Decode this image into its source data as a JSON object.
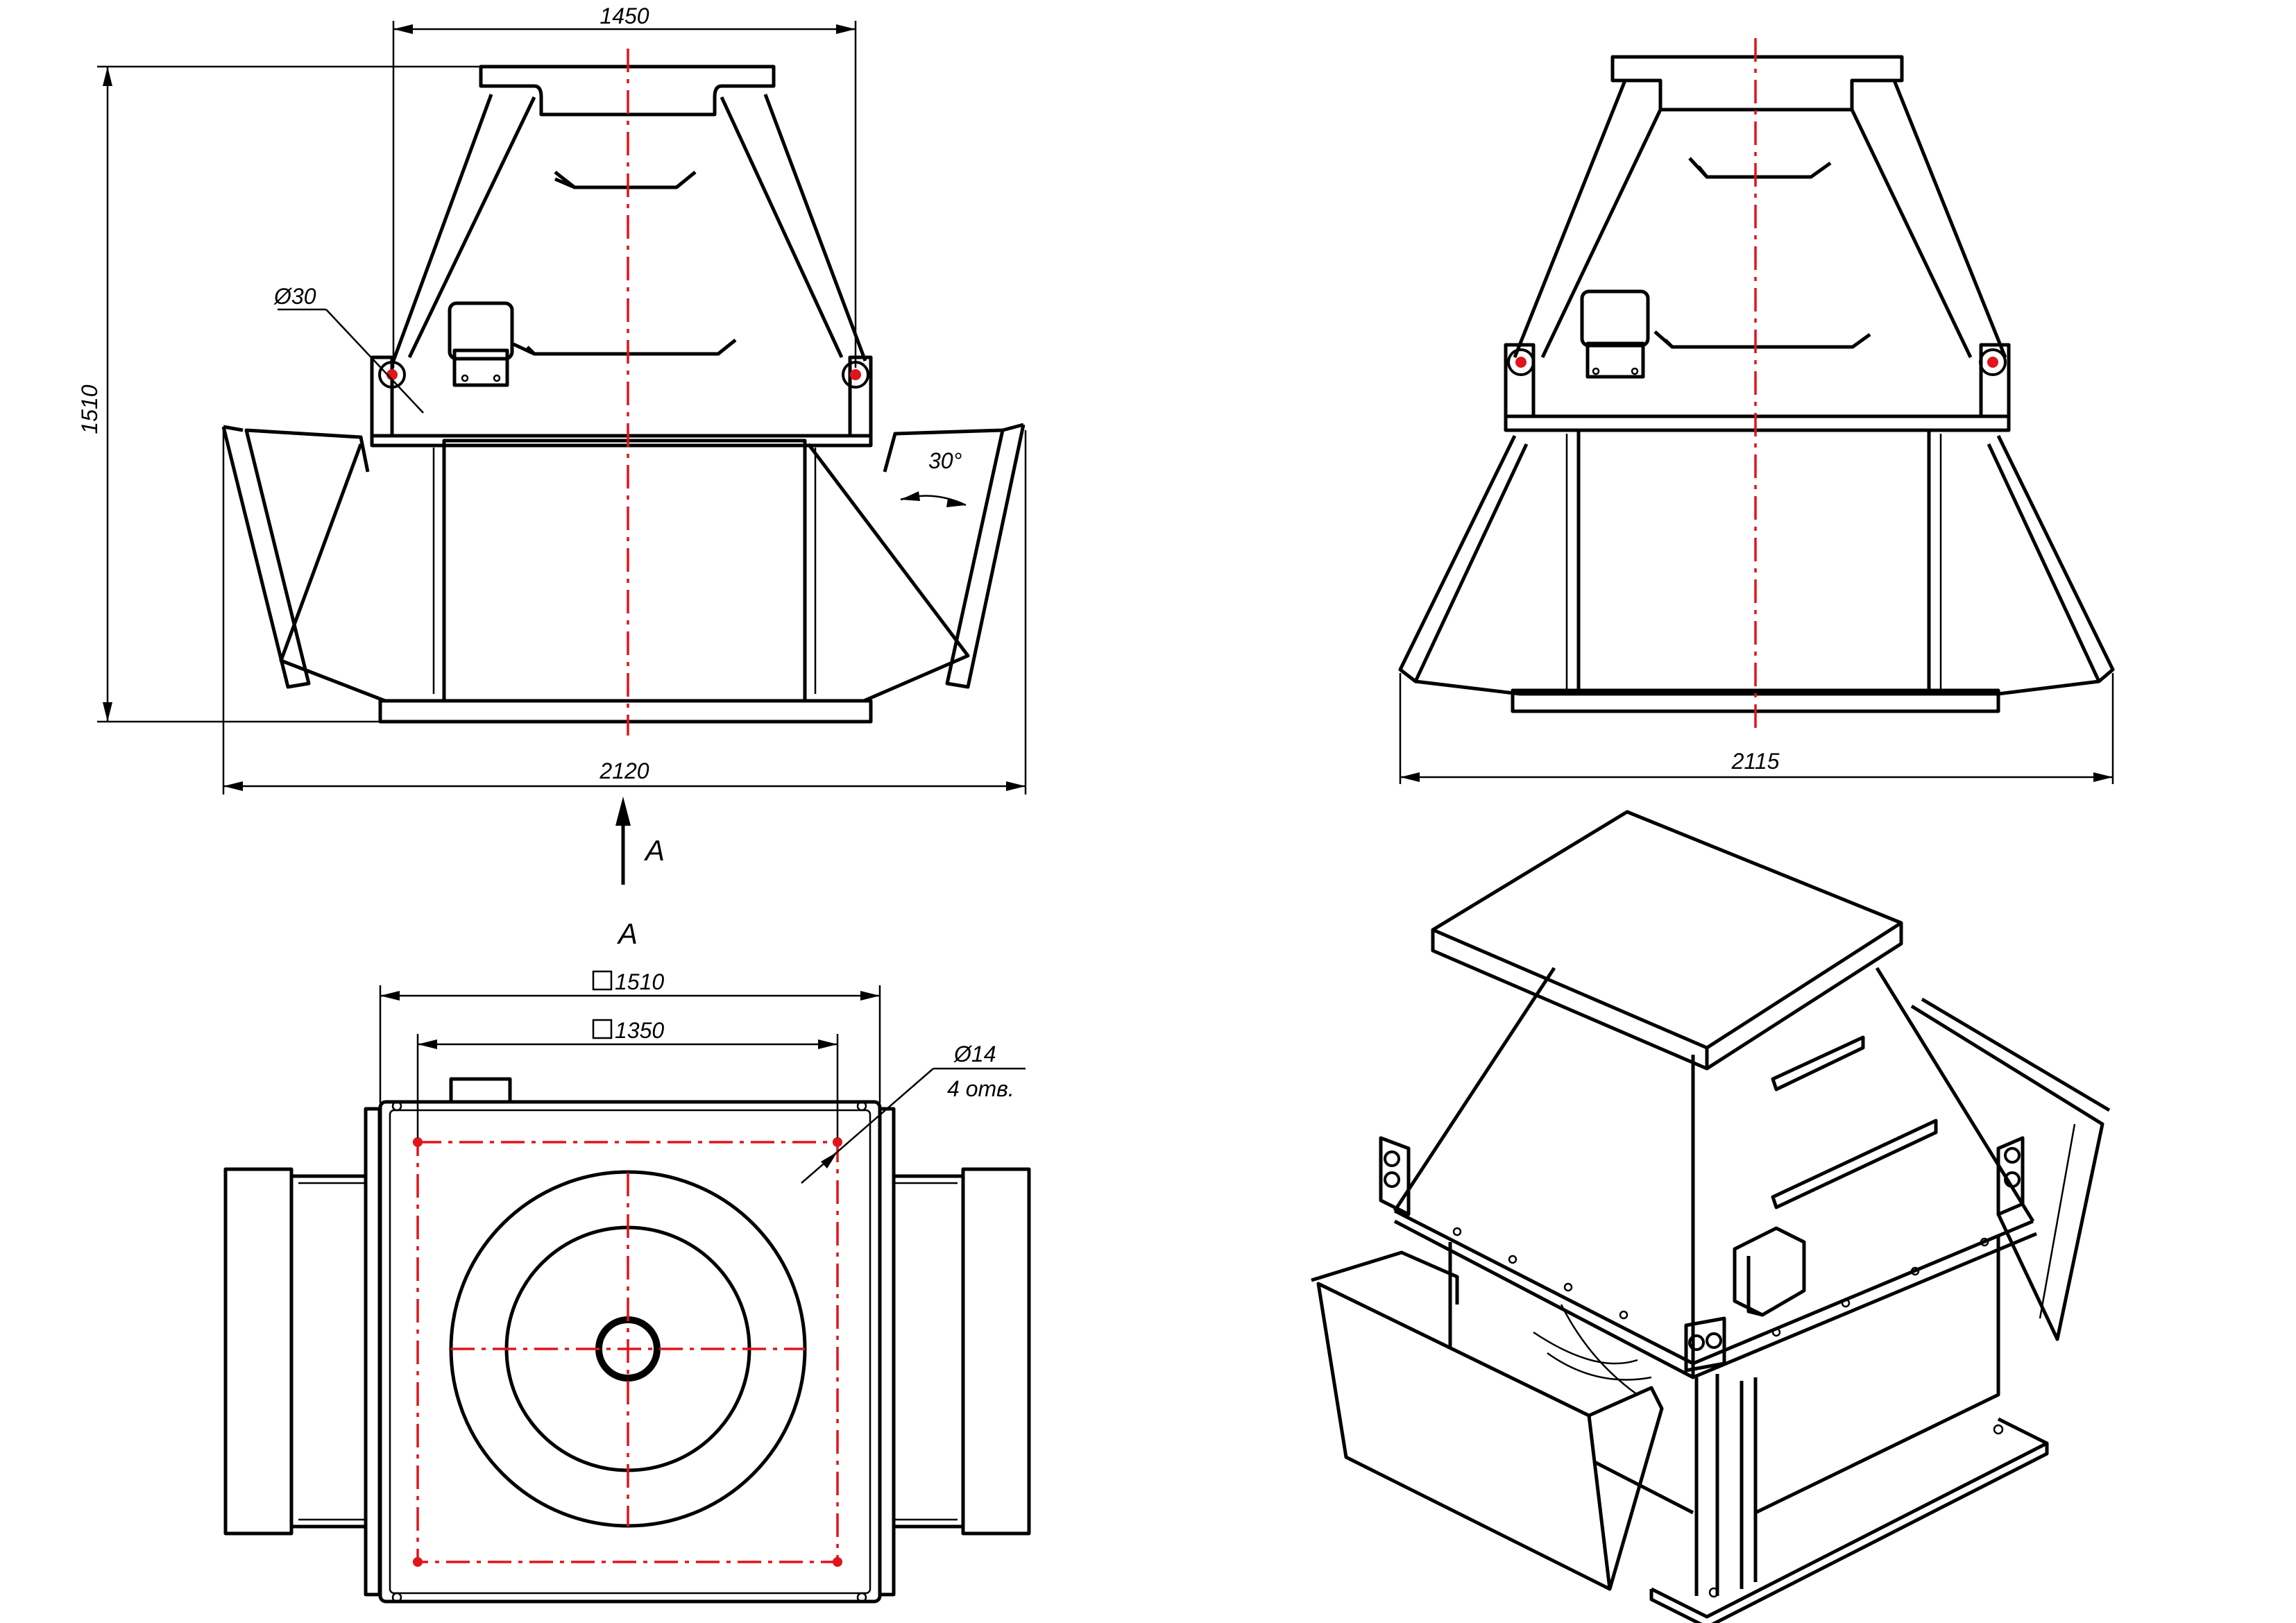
{
  "front_view": {
    "dim_width_top": "1450",
    "dim_height": "1510",
    "dim_hole": "Ø30",
    "dim_width_total": "2120",
    "dim_angle": "30°"
  },
  "side_view": {
    "dim_width_total": "2115"
  },
  "view_arrow": {
    "label": "A"
  },
  "plan_view": {
    "title": "A",
    "dim_outer": "1510",
    "dim_inner": "1350",
    "dim_hole": "Ø14",
    "dim_hole_count": "4 отв."
  },
  "colors": {
    "outline": "#000000",
    "centerline": "#e0141b"
  }
}
